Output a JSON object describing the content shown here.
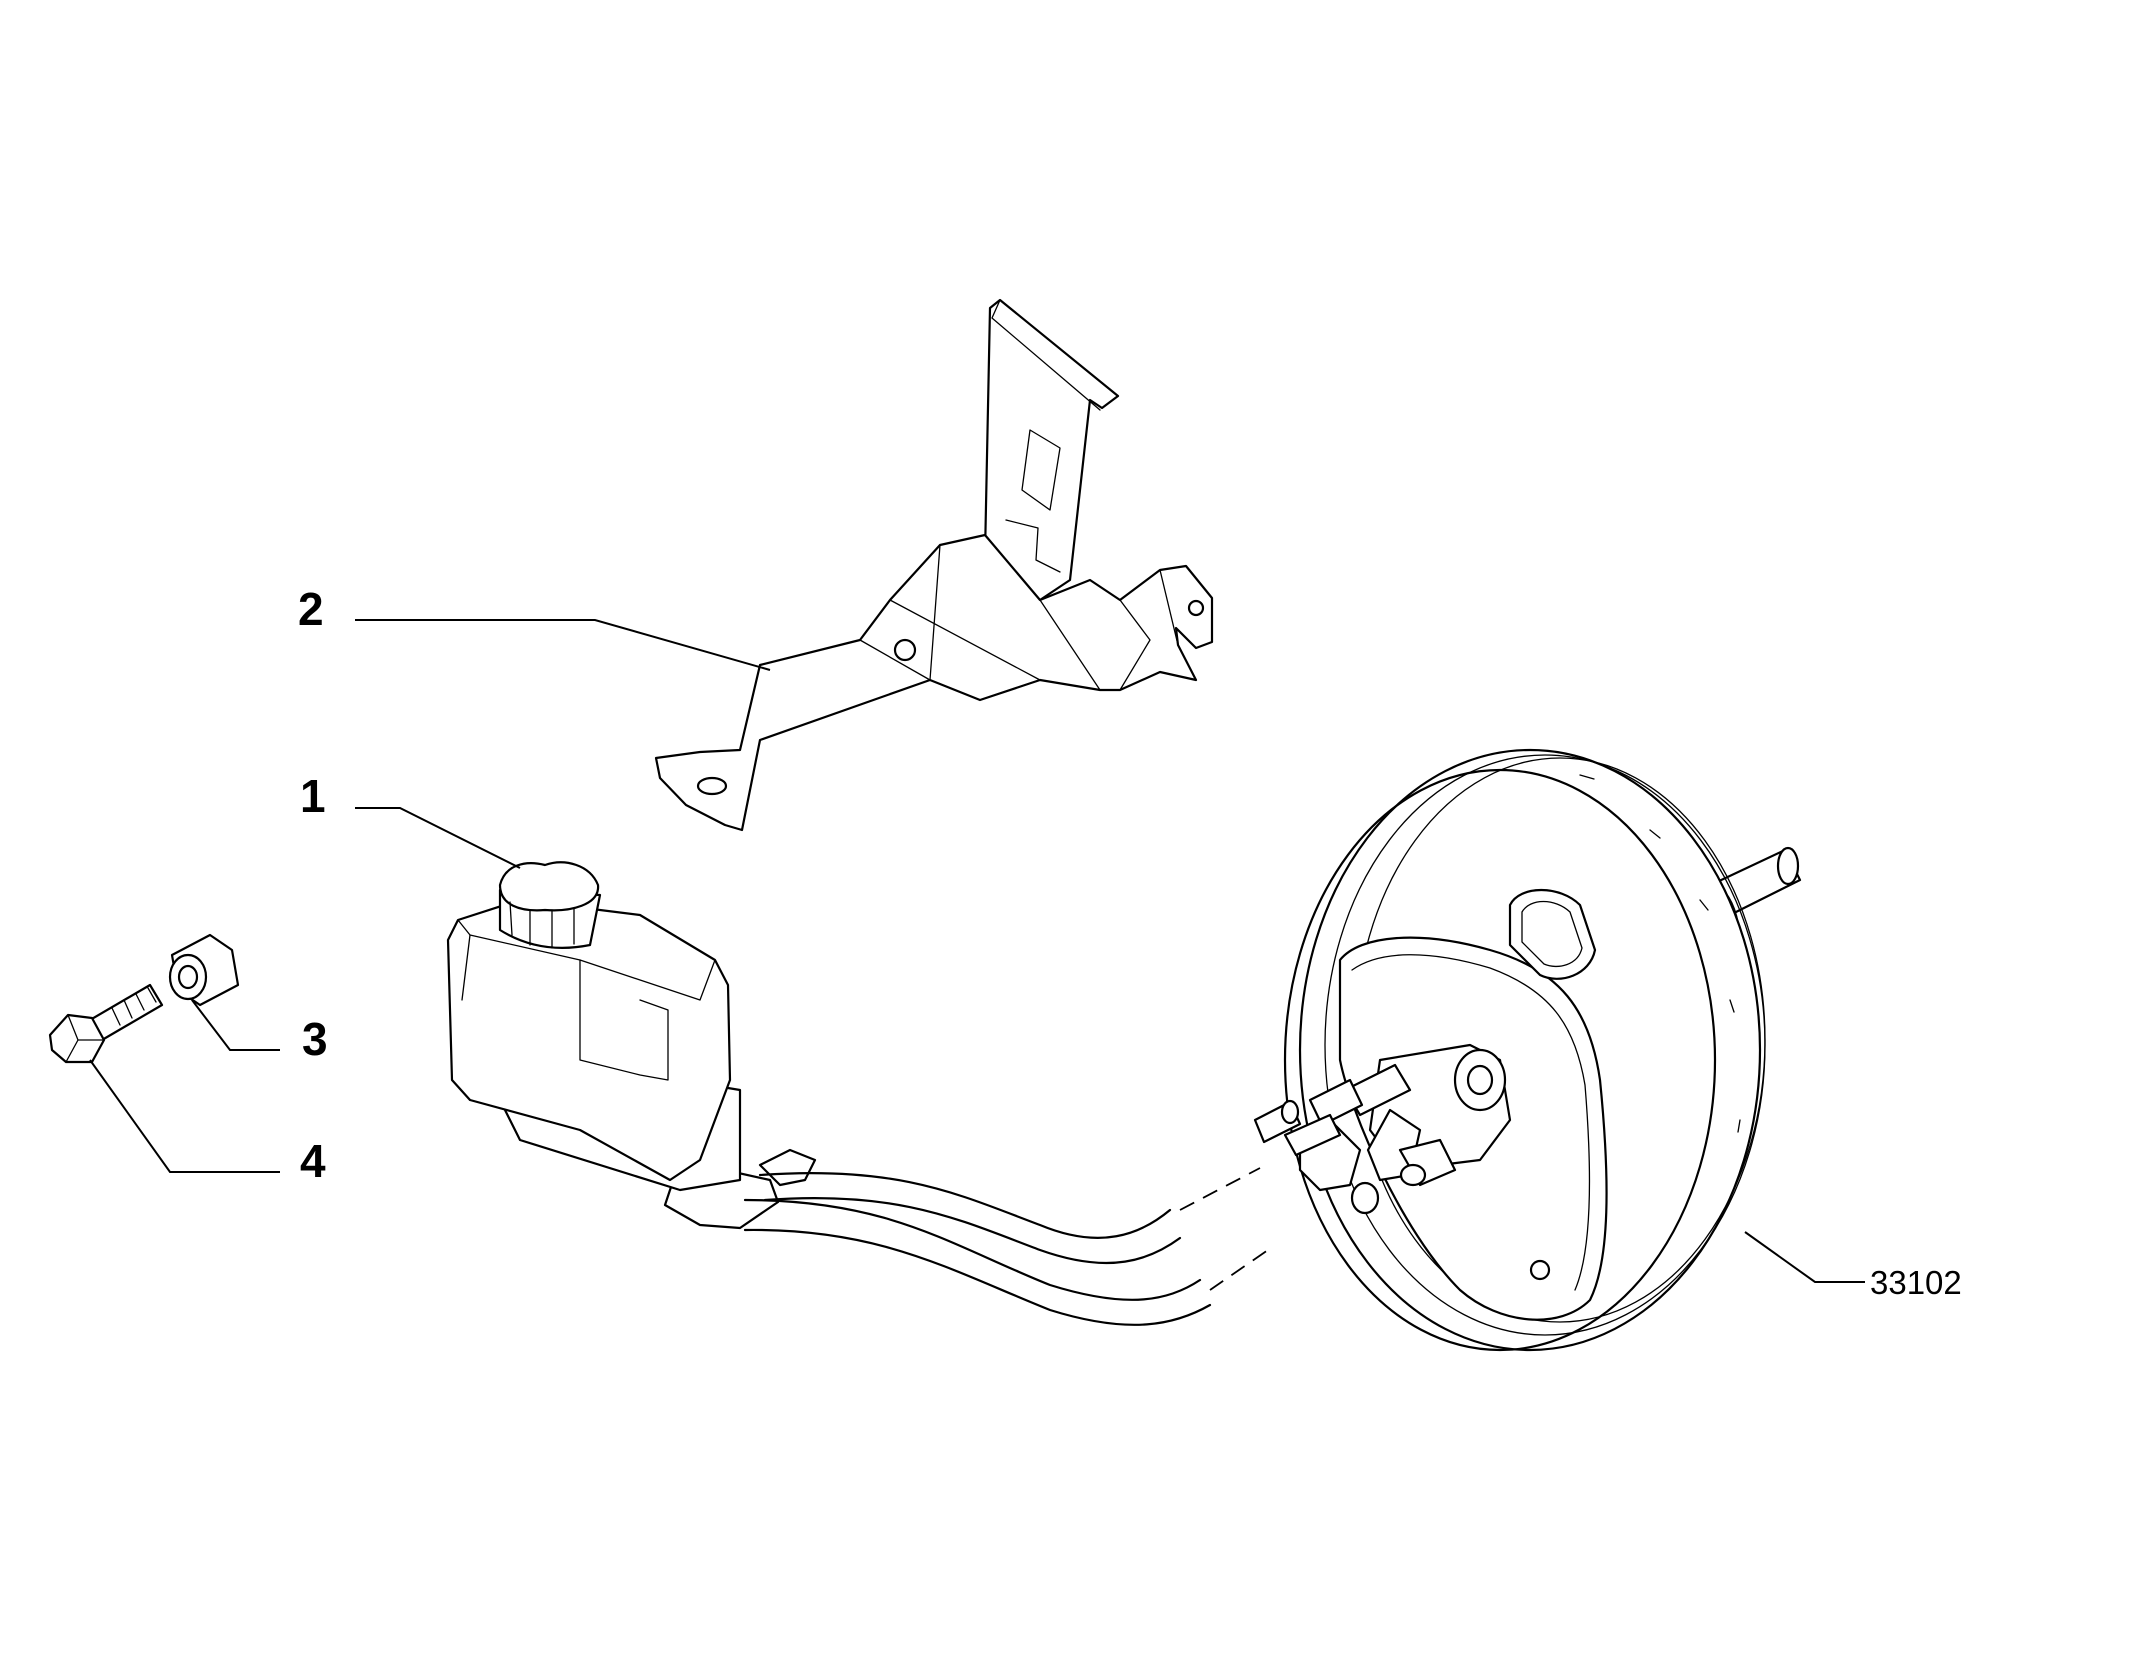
{
  "callouts": [
    {
      "id": "1",
      "text": "1"
    },
    {
      "id": "2",
      "text": "2"
    },
    {
      "id": "3",
      "text": "3"
    },
    {
      "id": "4",
      "text": "4"
    },
    {
      "id": "ref",
      "text": "33102"
    }
  ],
  "colors": {
    "line": "#000000",
    "background": "#ffffff"
  }
}
